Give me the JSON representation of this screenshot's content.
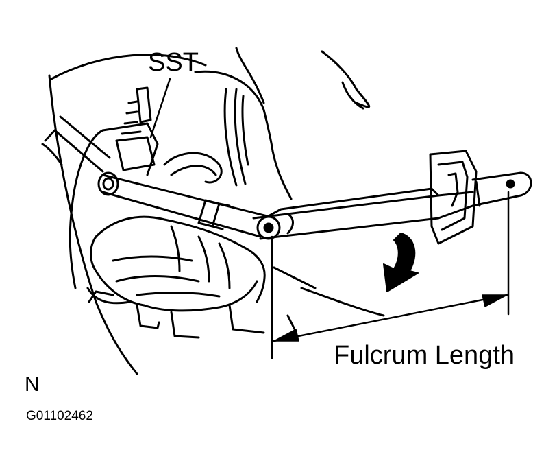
{
  "labels": {
    "sst": "SST",
    "fulcrum_length": "Fulcrum Length",
    "view_letter": "N",
    "figure_code": "G01102462"
  },
  "illustration": {
    "subject": "torque wrench with SST extension measuring fulcrum length",
    "line_color": "#000000",
    "background_color": "#ffffff"
  }
}
